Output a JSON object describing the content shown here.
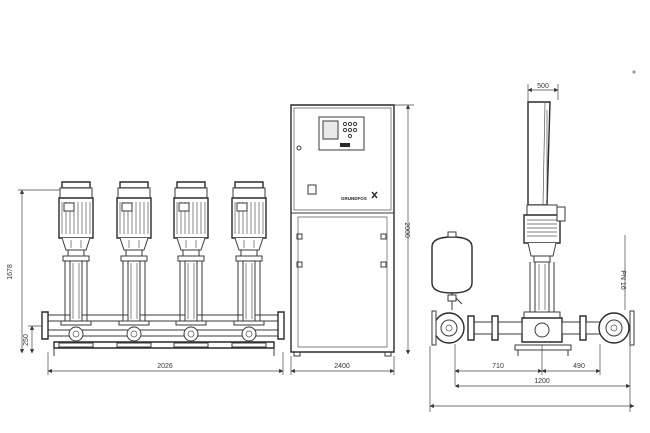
{
  "dimensions": {
    "overall_width": "2026",
    "panel_width": "2400",
    "pump_height": "1678",
    "base_height": "250",
    "panel_height": "2000",
    "motor_depth": "500",
    "tank_offset": "710",
    "outlet_offset": "490",
    "side_width": "1200",
    "pressure_rating": "PN 16"
  },
  "control_panel": {
    "logo": "GRUNDFOS"
  },
  "pump_count": 4
}
